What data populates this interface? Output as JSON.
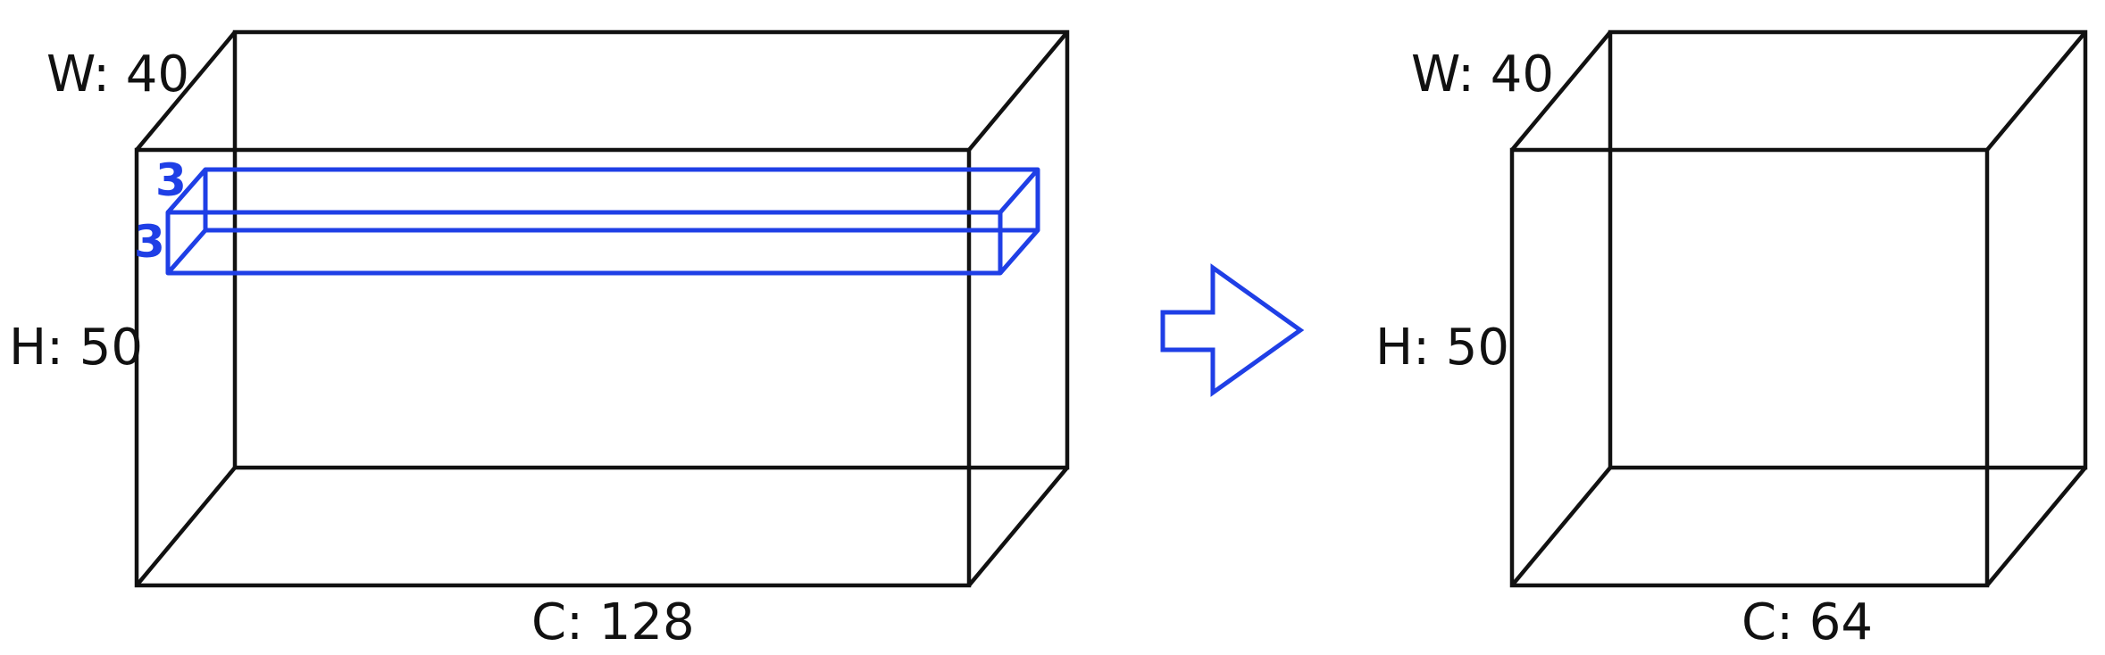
{
  "input_volume": {
    "width_label": "W: 40",
    "height_label": "H: 50",
    "channels_label": "C: 128"
  },
  "kernel": {
    "height_label": "3",
    "width_label": "3",
    "color": "#1f3fe6"
  },
  "output_volume": {
    "width_label": "W: 40",
    "height_label": "H: 50",
    "channels_label": "C: 64"
  },
  "colors": {
    "outline": "#111111",
    "accent": "#1f3fe6",
    "background": "#ffffff"
  }
}
